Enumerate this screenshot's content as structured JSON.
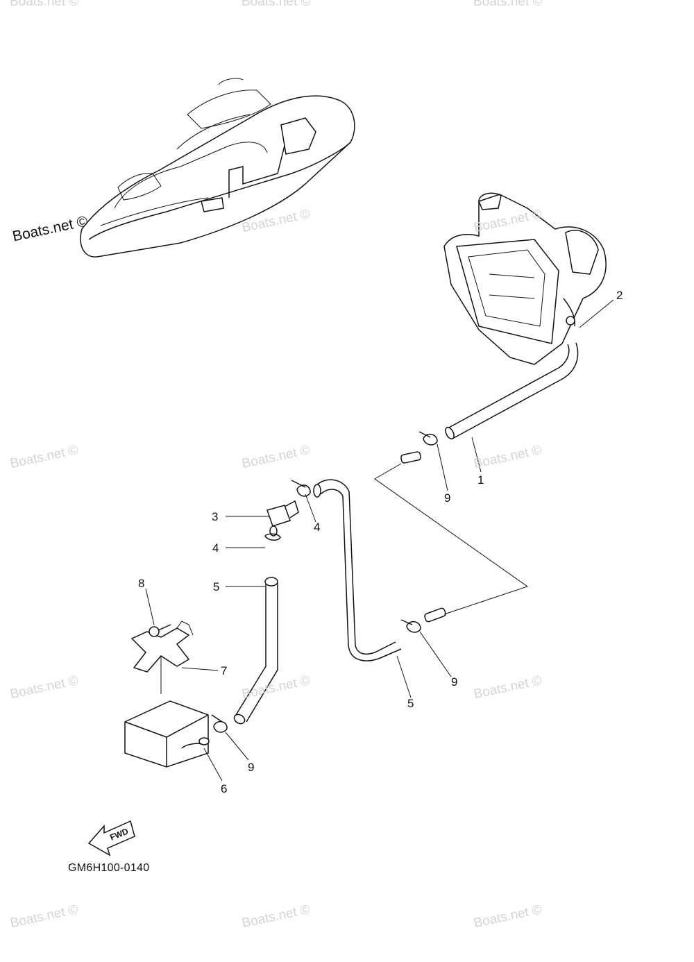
{
  "watermark": {
    "text": "Boats.net ©"
  },
  "diagram_code": "GM6H100-0140",
  "direction_marker": {
    "label": "FWD",
    "icon": "forward-arrow-icon"
  },
  "callouts": [
    "1",
    "2",
    "3",
    "4",
    "4",
    "5",
    "5",
    "6",
    "7",
    "8",
    "9",
    "9",
    "9"
  ]
}
